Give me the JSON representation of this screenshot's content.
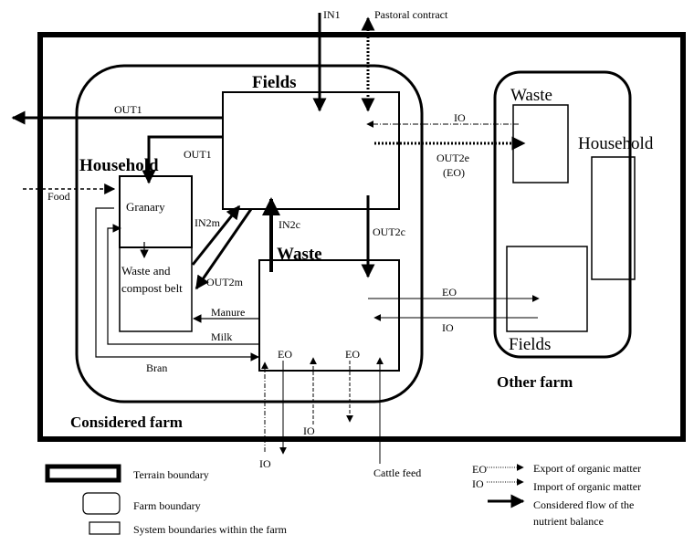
{
  "title": "Nutrient flows of the considered farm",
  "colors": {
    "ink": "#000000",
    "background": "#ffffff"
  },
  "labels": {
    "in1": "IN1",
    "pastoral_contract": "Pastoral contract",
    "fields": "Fields",
    "out1_top": "OUT1",
    "out1_inner": "OUT1",
    "household": "Household",
    "food": "Food",
    "granary": "Granary",
    "waste_and": "Waste and",
    "compost_belt": "compost belt",
    "in2m": "IN2m",
    "out2m": "OUT2m",
    "in2c": "IN2c",
    "out2c": "OUT2c",
    "waste": "Waste",
    "manure": "Manure",
    "milk": "Milk",
    "bran": "Bran",
    "eo_left": "EO",
    "eo_right": "EO",
    "io_mid": "IO",
    "io_bottom": "IO",
    "cattle_feed": "Cattle feed",
    "io_top_right": "IO",
    "out2e": "OUT2e",
    "out2e_sub": "(EO)",
    "eo_east": "EO",
    "io_east": "IO",
    "considered_farm": "Considered farm",
    "other_farm": "Other farm",
    "other_waste": "Waste",
    "other_household": "Household",
    "other_fields": "Fields"
  },
  "legend": {
    "terrain_boundary": "Terrain boundary",
    "farm_boundary": "Farm boundary",
    "system_boundaries": "System boundaries within the farm",
    "eo_key": "EO",
    "io_key": "IO",
    "export_om": "Export of organic matter",
    "import_om": "Import of organic matter",
    "considered_flow_1": "Considered flow of the",
    "considered_flow_2": "nutrient balance"
  }
}
